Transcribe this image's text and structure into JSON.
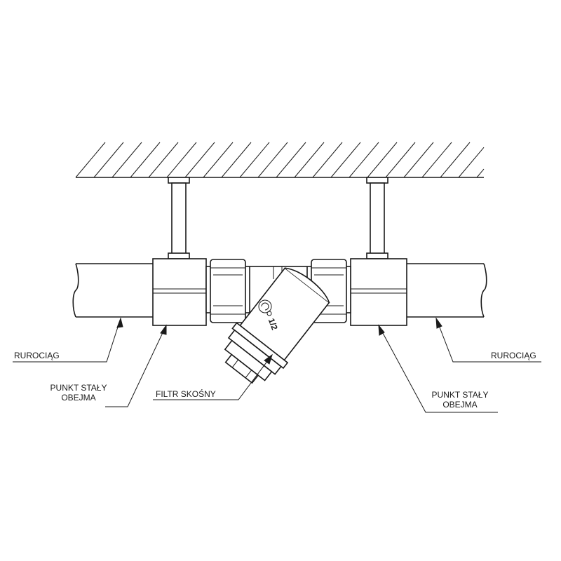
{
  "labels": {
    "rurociag_left": "RUROCIĄG",
    "rurociag_right": "RUROCIĄG",
    "punkt_left_line1": "PUNKT STAŁY",
    "punkt_left_line2": "OBEJMA",
    "filtr": "FILTR SKOŚNY",
    "punkt_right_line1": "PUNKT STAŁY",
    "punkt_right_line2": "OBEJMA",
    "size_marking": "1/2"
  },
  "colors": {
    "line": "#1a1a1a",
    "background": "#ffffff"
  }
}
